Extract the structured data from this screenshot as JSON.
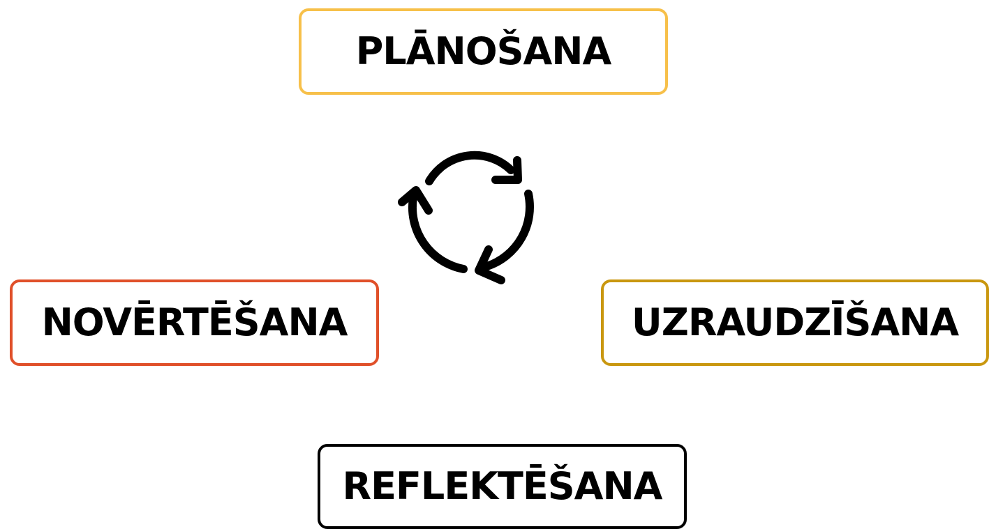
{
  "cycle": {
    "icon": "cycle-arrows-icon",
    "stages": {
      "top": {
        "label": "PLĀNOŠANA",
        "color": "#F7C04A"
      },
      "right": {
        "label": "UZRAUDZĪŠANA",
        "color": "#C9970F"
      },
      "bottom": {
        "label": "REFLEKTĒŠANA",
        "color": "#000000"
      },
      "left": {
        "label": "NOVĒRTĒŠANA",
        "color": "#E0502A"
      }
    }
  }
}
